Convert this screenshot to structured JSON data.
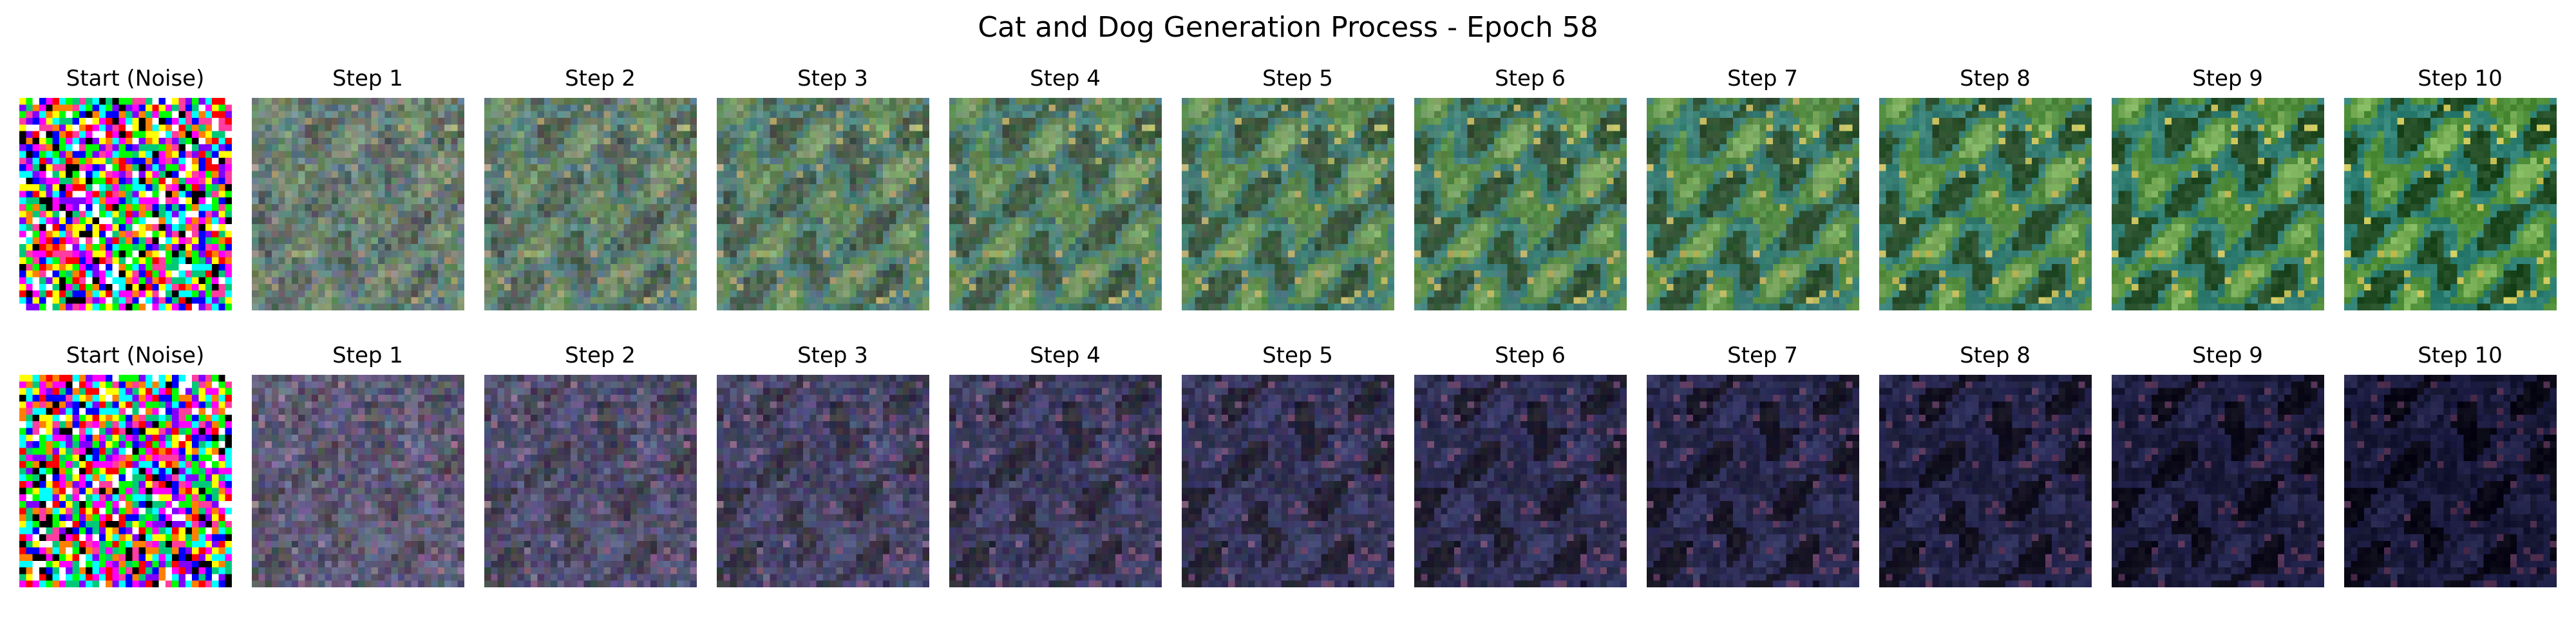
{
  "figure": {
    "title": "Cat and Dog Generation Process - Epoch 58"
  },
  "rows": [
    {
      "palette": {
        "base": "#4f8f3a",
        "dark": "#1f4a22",
        "light": "#7cb35a",
        "accent": "#c9c255",
        "teal": "#2e7f73"
      },
      "panels": [
        {
          "label": "Start (Noise)",
          "stage": 0
        },
        {
          "label": "Step 1",
          "stage": 1
        },
        {
          "label": "Step 2",
          "stage": 2
        },
        {
          "label": "Step 3",
          "stage": 3
        },
        {
          "label": "Step 4",
          "stage": 4
        },
        {
          "label": "Step 5",
          "stage": 5
        },
        {
          "label": "Step 6",
          "stage": 6
        },
        {
          "label": "Step 7",
          "stage": 7
        },
        {
          "label": "Step 8",
          "stage": 8
        },
        {
          "label": "Step 9",
          "stage": 9
        },
        {
          "label": "Step 10",
          "stage": 10
        }
      ]
    },
    {
      "palette": {
        "base": "#26285e",
        "dark": "#120f2a",
        "light": "#4a4e9e",
        "accent": "#9a5a9a",
        "teal": "#3a3a86"
      },
      "panels": [
        {
          "label": "Start (Noise)",
          "stage": 0
        },
        {
          "label": "Step 1",
          "stage": 1
        },
        {
          "label": "Step 2",
          "stage": 2
        },
        {
          "label": "Step 3",
          "stage": 3
        },
        {
          "label": "Step 4",
          "stage": 4
        },
        {
          "label": "Step 5",
          "stage": 5
        },
        {
          "label": "Step 6",
          "stage": 6
        },
        {
          "label": "Step 7",
          "stage": 7
        },
        {
          "label": "Step 8",
          "stage": 8
        },
        {
          "label": "Step 9",
          "stage": 9
        },
        {
          "label": "Step 10",
          "stage": 10
        }
      ]
    }
  ]
}
